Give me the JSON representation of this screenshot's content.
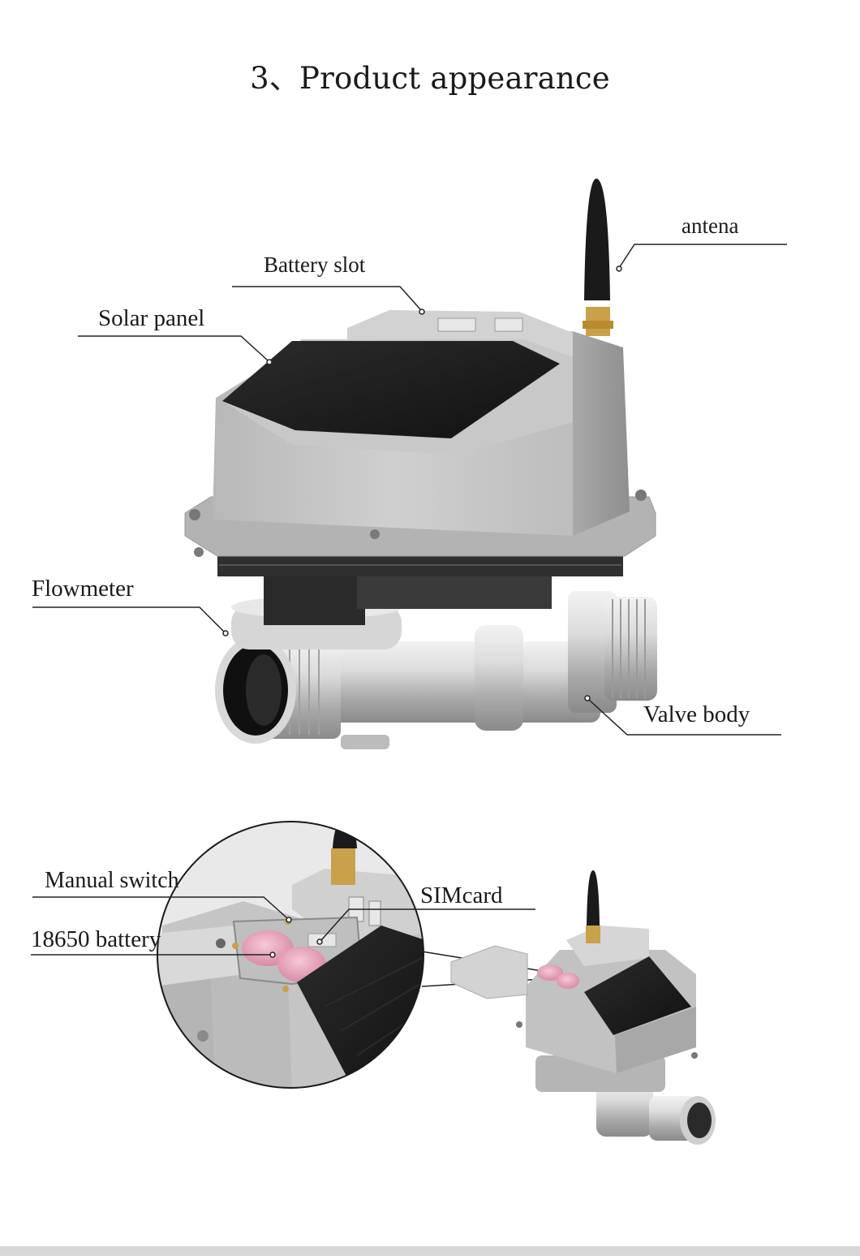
{
  "title": "3、Product appearance",
  "labels": {
    "antenna": "antena",
    "battery_slot": "Battery slot",
    "solar_panel": "Solar panel",
    "flowmeter": "Flowmeter",
    "valve_body": "Valve body",
    "manual_switch": "Manual switch",
    "simcard": "SIMcard",
    "battery_18650": "18650 battery"
  },
  "colors": {
    "housing": "#c2c2c2",
    "panel": "#1e1e1e",
    "metal": "#c9c9c9",
    "battery": "#e9a9bf",
    "antenna": "#1a1a1a",
    "brass": "#c9a14a"
  }
}
